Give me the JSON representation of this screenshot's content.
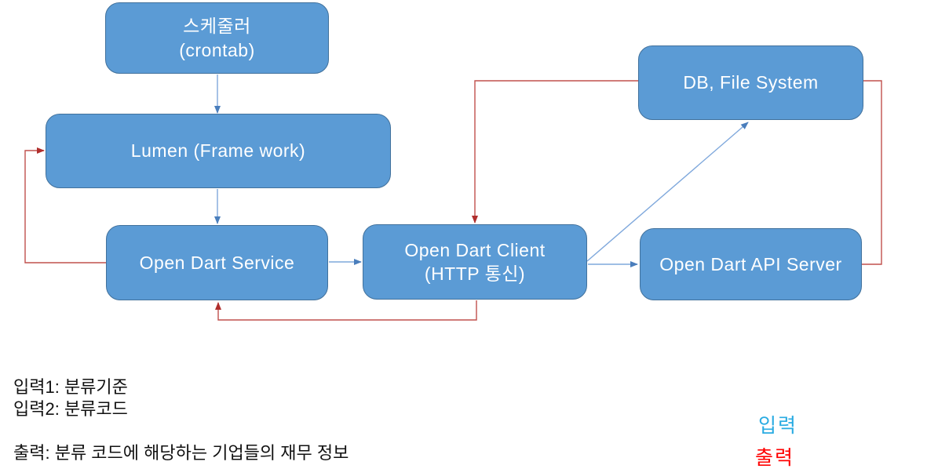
{
  "diagram": {
    "nodes": [
      {
        "id": "scheduler",
        "label": "스케줄러",
        "sublabel": "(crontab)"
      },
      {
        "id": "lumen",
        "label": "Lumen (Frame work)"
      },
      {
        "id": "open-dart-service",
        "label": "Open Dart Service"
      },
      {
        "id": "open-dart-client",
        "label": "Open Dart Client",
        "sublabel": "(HTTP 통신)"
      },
      {
        "id": "db-file-system",
        "label": "DB, File System"
      },
      {
        "id": "open-dart-api-server",
        "label": "Open Dart API Server"
      }
    ],
    "edges": [
      {
        "from": "scheduler",
        "to": "lumen",
        "type": "input"
      },
      {
        "from": "lumen",
        "to": "open-dart-service",
        "type": "input"
      },
      {
        "from": "open-dart-service",
        "to": "open-dart-client",
        "type": "input"
      },
      {
        "from": "open-dart-client",
        "to": "db-file-system",
        "type": "input"
      },
      {
        "from": "open-dart-client",
        "to": "open-dart-api-server",
        "type": "input"
      },
      {
        "from": "open-dart-api-server",
        "to": "open-dart-client",
        "type": "output"
      },
      {
        "from": "open-dart-client",
        "to": "open-dart-service",
        "type": "output"
      },
      {
        "from": "open-dart-service",
        "to": "lumen",
        "type": "output"
      }
    ]
  },
  "notes": {
    "input1": "입력1: 분류기준",
    "input2": "입력2: 분류코드",
    "output": "출력: 분류 코드에 해당하는 기업들의 재무 정보"
  },
  "legend": {
    "input_label": "입력",
    "output_label": "출력"
  },
  "colors": {
    "node_fill": "#5B9BD5",
    "node_border": "#41719C",
    "input_line": "#7FA8DC",
    "input_arrow": "#4A7EBC",
    "output_line": "#C0504D",
    "output_arrow": "#B02E2C",
    "legend_input": "#29ABE2",
    "legend_output": "#FF0000",
    "note_text": "#111111"
  }
}
